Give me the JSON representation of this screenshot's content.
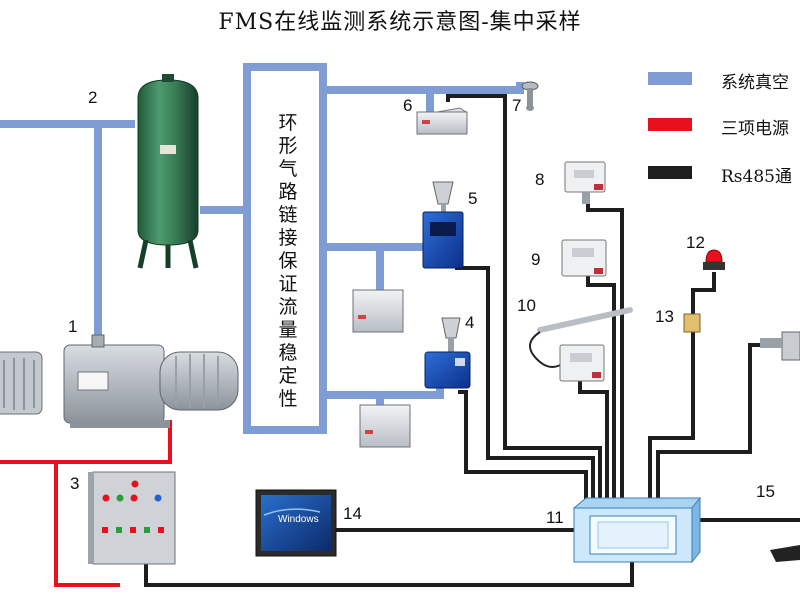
{
  "title": "FMS在线监测系统示意图-集中采样",
  "loop_box_text": "环形气路链接保证流量稳定性",
  "legend": [
    {
      "label": "系统真空",
      "color": "#7f9dd4"
    },
    {
      "label": "三项电源",
      "color": "#e8101c"
    },
    {
      "label": "Rs485通",
      "color": "#1e1e1e"
    }
  ],
  "numbers": [
    "1",
    "2",
    "3",
    "4",
    "5",
    "6",
    "7",
    "8",
    "9",
    "10",
    "11",
    "12",
    "13",
    "14",
    "15"
  ],
  "screen_text": "Windows",
  "icons": {
    "tank": "air-tank-icon",
    "pump": "vacuum-pump-icon",
    "cabinet": "control-cabinet-icon",
    "counter": "particle-counter-icon",
    "sensor": "sensor-icon",
    "alarm": "alarm-light-icon",
    "monitor": "monitor-icon",
    "hub": "control-hub-icon"
  }
}
